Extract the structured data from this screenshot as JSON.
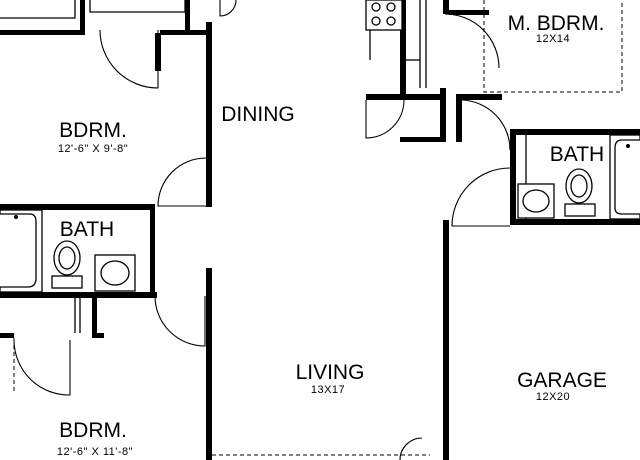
{
  "rooms": {
    "master_bedroom": {
      "name": "M. BDRM.",
      "dim": "12X14"
    },
    "bedroom_upper": {
      "name": "BDRM.",
      "dim": "12'-6\" X 9'-8\""
    },
    "dining": {
      "name": "DINING"
    },
    "bath_left": {
      "name": "BATH"
    },
    "bath_right": {
      "name": "BATH"
    },
    "living": {
      "name": "LIVING",
      "dim": "13X17"
    },
    "garage": {
      "name": "GARAGE",
      "dim": "12X20"
    },
    "bedroom_lower": {
      "name": "BDRM.",
      "dim": "12'-6\" X 11'-8\""
    }
  },
  "icons": {
    "toilet": "toilet-icon",
    "sink": "sink-icon",
    "tub": "bathtub-icon",
    "range": "stove-icon"
  },
  "colors": {
    "line": "#000000",
    "background": "#ffffff"
  }
}
